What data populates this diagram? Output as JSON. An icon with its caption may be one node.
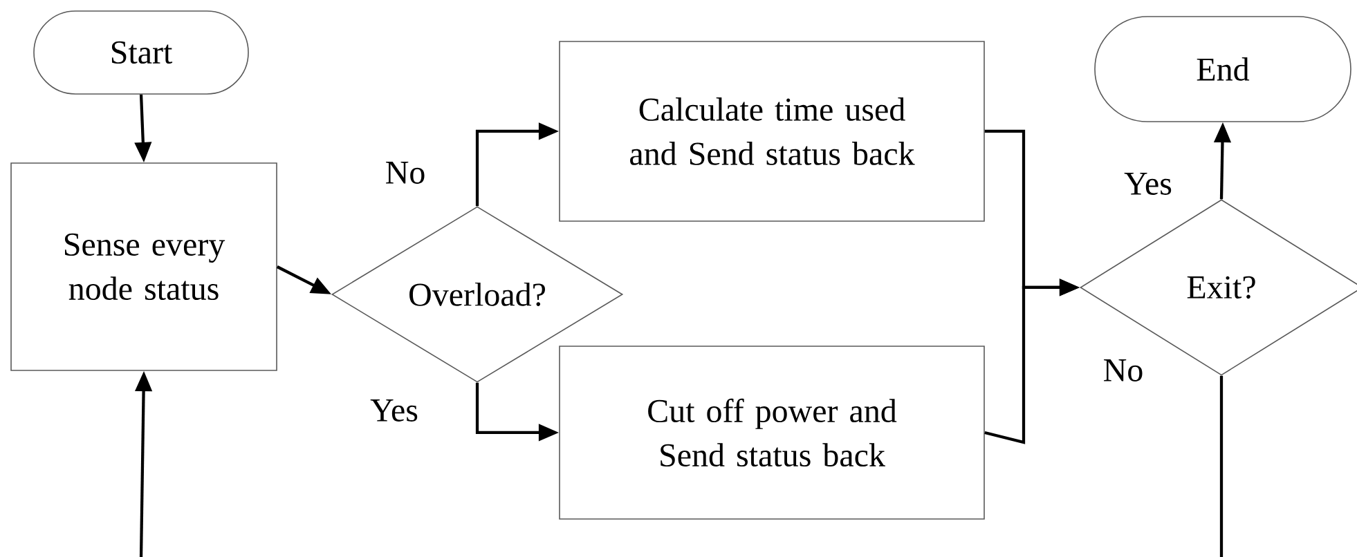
{
  "diagram": {
    "nodes": [
      {
        "text": [
          "Start"
        ]
      },
      {
        "text": [
          "Sense every node status"
        ]
      },
      {
        "text": [
          "Overload?"
        ]
      },
      {
        "text": [
          "Calculate time used and Send status back"
        ]
      },
      {
        "text": [
          "Cut off power and Send status back"
        ]
      },
      {
        "text": [
          "Exit?"
        ]
      },
      {
        "text": [
          "End"
        ]
      }
    ],
    "edges": [
      {
        "from": 0,
        "to": 1,
        "arrow": "to"
      },
      {
        "from": 1,
        "to": 2,
        "arrow": "to"
      },
      {
        "from": 2,
        "to": 3,
        "arrow": "to",
        "label": "No"
      },
      {
        "from": 2,
        "to": 4,
        "arrow": "to",
        "label": "Yes"
      },
      {
        "from": 3,
        "to": 5,
        "arrow": "to"
      },
      {
        "from": 4,
        "to": 5,
        "arrow": "to"
      },
      {
        "from": 5,
        "to": 6,
        "arrow": "to",
        "label": "Yes"
      },
      {
        "from": 5,
        "to": null,
        "arrow": "none",
        "label": "No"
      },
      {
        "from": null,
        "to": 1,
        "arrow": "to"
      }
    ]
  }
}
